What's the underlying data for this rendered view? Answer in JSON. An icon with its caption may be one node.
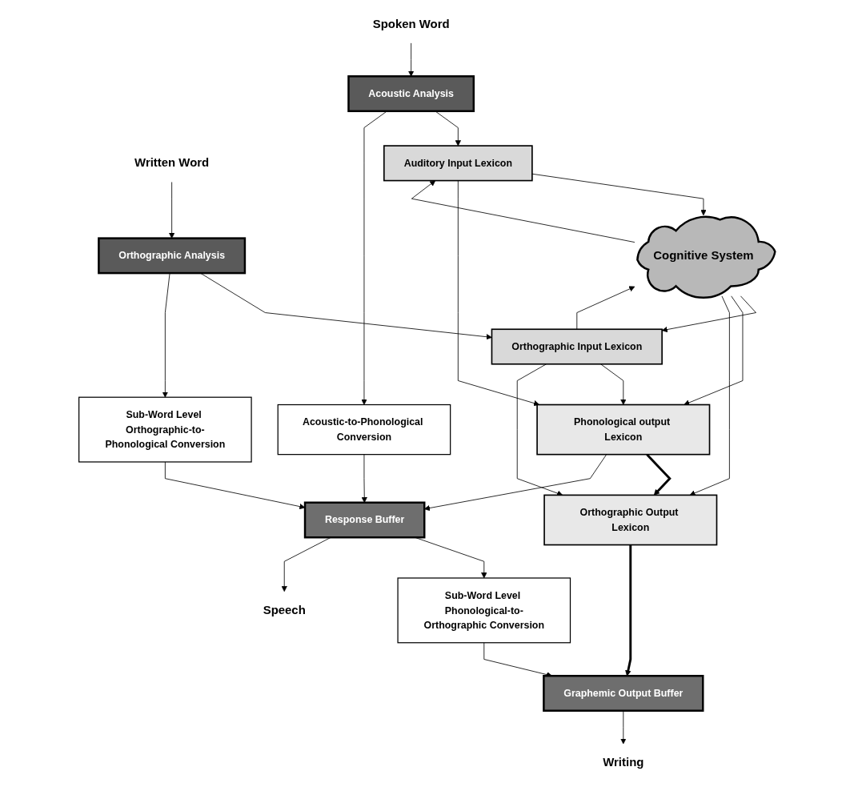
{
  "diagram": {
    "nodes": [
      {
        "text": [
          "Spoken Word"
        ]
      },
      {
        "text": [
          "Written Word"
        ]
      },
      {
        "text": [
          "Acoustic Analysis"
        ]
      },
      {
        "text": [
          "Orthographic Analysis"
        ]
      },
      {
        "text": [
          "Auditory Input Lexicon"
        ]
      },
      {
        "text": [
          "Orthographic Input Lexicon"
        ]
      },
      {
        "text": [
          "Acoustic-to-Phonological Conversion"
        ]
      },
      {
        "text": [
          "Cognitive System"
        ]
      },
      {
        "text": [
          "Sub-Word Level Orthographic-to-Phonological Conversion"
        ]
      },
      {
        "text": [
          "Phonological output Lexicon"
        ]
      },
      {
        "text": [
          "Orthographic Output Lexicon"
        ]
      },
      {
        "text": [
          "Response Buffer"
        ]
      },
      {
        "text": [
          "Sub-Word Level Phonological-to-Orthographic Conversion"
        ]
      },
      {
        "text": [
          "Graphemic Output Buffer"
        ]
      },
      {
        "text": [
          "Speech"
        ]
      },
      {
        "text": [
          "Writing"
        ]
      }
    ],
    "edges": [
      {
        "from": 0,
        "to": 2,
        "arrow": "to"
      },
      {
        "from": 1,
        "to": 3,
        "arrow": "to"
      },
      {
        "from": 2,
        "to": 4,
        "arrow": "to"
      },
      {
        "from": 2,
        "to": 6,
        "arrow": "to"
      },
      {
        "from": 3,
        "to": 5,
        "arrow": "to"
      },
      {
        "from": 3,
        "to": 8,
        "arrow": "to"
      },
      {
        "from": 4,
        "to": 7,
        "arrow": "to"
      },
      {
        "from": 7,
        "to": 4,
        "arrow": "to"
      },
      {
        "from": 7,
        "to": 5,
        "arrow": "to"
      },
      {
        "from": 5,
        "to": 7,
        "arrow": "to"
      },
      {
        "from": 4,
        "to": 9,
        "arrow": "to"
      },
      {
        "from": 7,
        "to": 9,
        "arrow": "to"
      },
      {
        "from": 5,
        "to": 9,
        "arrow": "to"
      },
      {
        "from": 7,
        "to": 10,
        "arrow": "to"
      },
      {
        "from": 5,
        "to": 10,
        "arrow": "to"
      },
      {
        "from": 9,
        "to": 10,
        "arrow": "to",
        "style": "thick"
      },
      {
        "from": 6,
        "to": 11,
        "arrow": "to"
      },
      {
        "from": 9,
        "to": 11,
        "arrow": "to"
      },
      {
        "from": 8,
        "to": 11,
        "arrow": "to"
      },
      {
        "from": 10,
        "to": 13,
        "arrow": "to",
        "style": "thick"
      },
      {
        "from": 11,
        "to": 12,
        "arrow": "to"
      },
      {
        "from": 12,
        "to": 13,
        "arrow": "to"
      },
      {
        "from": 11,
        "to": 14,
        "arrow": "to"
      },
      {
        "from": 13,
        "to": 15,
        "arrow": "to"
      }
    ]
  }
}
